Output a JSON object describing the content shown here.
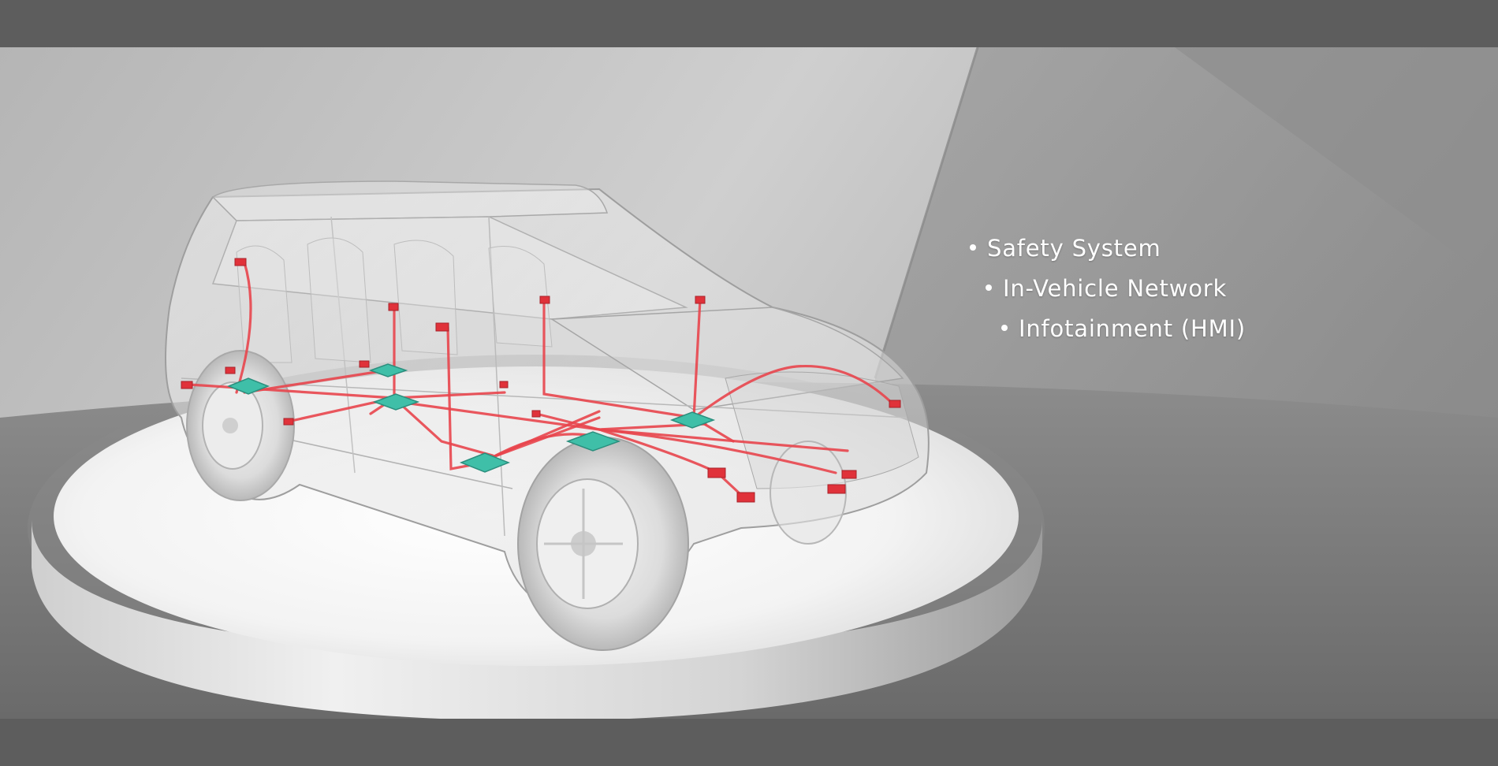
{
  "features": [
    {
      "label": "Safety System"
    },
    {
      "label": "In-Vehicle Network"
    },
    {
      "label": "Infotainment (HMI)"
    }
  ],
  "colors": {
    "band": "#5d5d5d",
    "wiring": "#e8454c",
    "ecu": "#3fbfa8",
    "connector": "#e0323a",
    "text": "#ffffff"
  }
}
